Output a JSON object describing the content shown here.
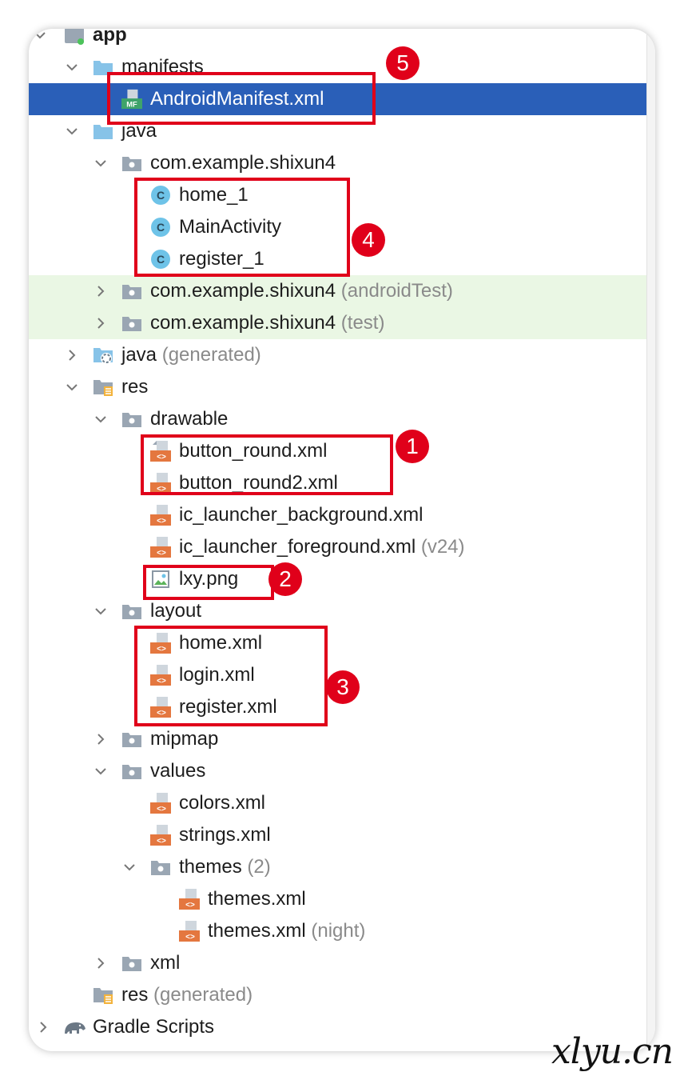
{
  "tree": {
    "rows": [
      {
        "label": "app",
        "sub": ""
      },
      {
        "label": "manifests",
        "sub": ""
      },
      {
        "label": "AndroidManifest.xml",
        "sub": ""
      },
      {
        "label": "java",
        "sub": ""
      },
      {
        "label": "com.example.shixun4",
        "sub": ""
      },
      {
        "label": "home_1",
        "sub": ""
      },
      {
        "label": "MainActivity",
        "sub": ""
      },
      {
        "label": "register_1",
        "sub": ""
      },
      {
        "label": "com.example.shixun4",
        "sub": "(androidTest)"
      },
      {
        "label": "com.example.shixun4",
        "sub": "(test)"
      },
      {
        "label": "java",
        "sub": "(generated)"
      },
      {
        "label": "res",
        "sub": ""
      },
      {
        "label": "drawable",
        "sub": ""
      },
      {
        "label": "button_round.xml",
        "sub": ""
      },
      {
        "label": "button_round2.xml",
        "sub": ""
      },
      {
        "label": "ic_launcher_background.xml",
        "sub": ""
      },
      {
        "label": "ic_launcher_foreground.xml",
        "sub": "(v24)"
      },
      {
        "label": "lxy.png",
        "sub": ""
      },
      {
        "label": "layout",
        "sub": ""
      },
      {
        "label": "home.xml",
        "sub": ""
      },
      {
        "label": "login.xml",
        "sub": ""
      },
      {
        "label": "register.xml",
        "sub": ""
      },
      {
        "label": "mipmap",
        "sub": ""
      },
      {
        "label": "values",
        "sub": ""
      },
      {
        "label": "colors.xml",
        "sub": ""
      },
      {
        "label": "strings.xml",
        "sub": ""
      },
      {
        "label": "themes",
        "sub": "(2)"
      },
      {
        "label": "themes.xml",
        "sub": ""
      },
      {
        "label": "themes.xml",
        "sub": "(night)"
      },
      {
        "label": "xml",
        "sub": ""
      },
      {
        "label": "res",
        "sub": "(generated)"
      },
      {
        "label": "Gradle Scripts",
        "sub": ""
      }
    ]
  },
  "annotations": {
    "badge_1": "1",
    "badge_2": "2",
    "badge_3": "3",
    "badge_4": "4",
    "badge_5": "5"
  },
  "icons": {
    "manifest_badge": "MF",
    "class_letter": "C"
  },
  "colors": {
    "selected_row": "#2a5fb8",
    "test_row": "#eaf7e4",
    "annotation_red": "#e0001a",
    "class_icon": "#6ec3e8",
    "xml_icon": "#e4773f"
  },
  "watermark": "xlyu.cn"
}
